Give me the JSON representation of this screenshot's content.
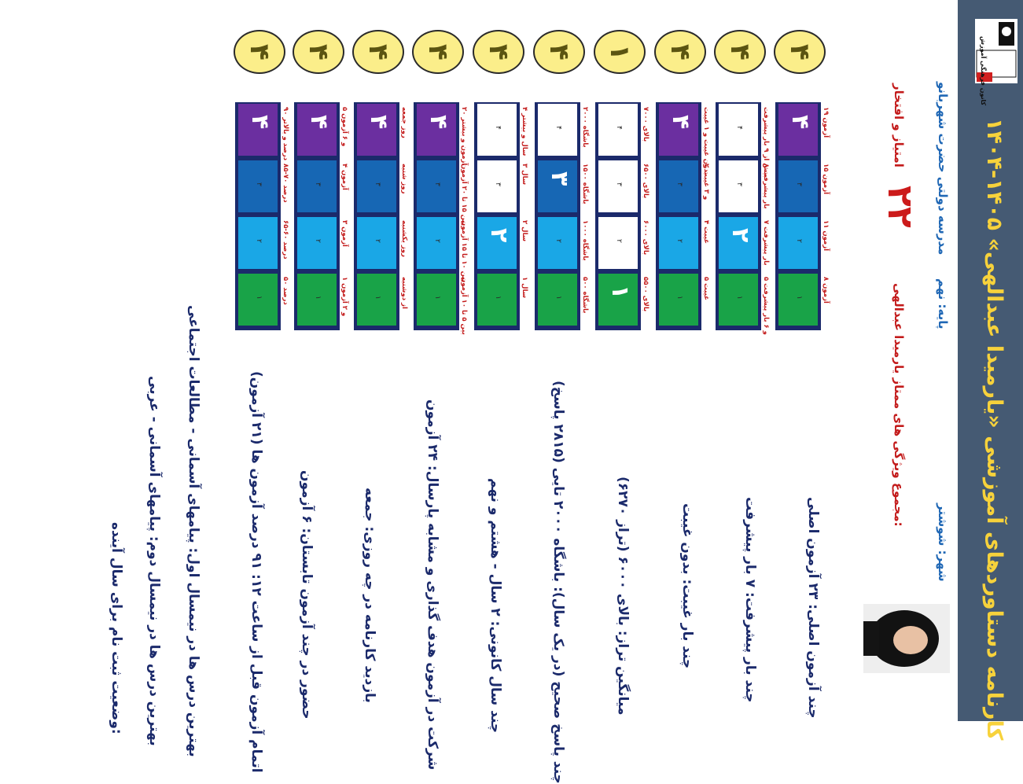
{
  "header": {
    "title": "کارنامه دستاوردهای آموزشی «یارمیدا عبدالهی» ۱۴۰۵-۱۴۰۴",
    "logo_text": "کانون فرهنگی آموزش",
    "school": "مدرسه دولتی حضرت شهربانو",
    "grade": "پایه: نهم",
    "city": "شهر: شوشتر"
  },
  "honors": {
    "caption": "مجموع ویژگی های ممتاز یارمیدا عبدالهی:",
    "count": "۲۲",
    "label": "امتیاز و افتخار"
  },
  "stats": [
    "چند آزمون اصلی: ۲۳ آزمون اصلی",
    "چند بار پیشرفت: ۷ بار پیشرفت",
    "چند بار غیبت: بدون غیبت",
    "میانگین تراز: بالای ۶۰۰۰ (تراز ۶۲۷۰)",
    "چند پاسخ صحیح (در یک سال): باشگاه ۲۰۰۰ تایی (۲۸۱۵ پاسخ)",
    "چند سال کانونی: ۲ سال - هشتم و نهم",
    "شرکت در آزمون هدف گذاری و مشابه پارسال: ۲۴ آزمون",
    "بازدید کارنامه در چه روزی: جمعه",
    "حضور در چند آزمون تابستان: ۶ آزمون",
    "اتمام آزمون قبل از ساعت ۱۲: ۹۱ درصد آزمون ها (۲۱ آزمون)",
    "بهترین درس ها در نیمسال اول: پیامهای آسمانی - مطالعات اجتماعی",
    "بهترین درس ها در نیمسال دوم: پیامهای آسمانی - عربی",
    "وضعیت ثبت نام برای سال آینده:"
  ],
  "scores": [
    "۴",
    "۴",
    "۴",
    "۱",
    "۴",
    "۴",
    "۴",
    "۴",
    "۴",
    "۴"
  ],
  "rows": [
    {
      "levels": [
        "۱",
        "۲",
        "۳",
        "۴"
      ],
      "labels": [
        "۸ آزمون",
        "۱۱ آزمون",
        "۱۵ آزمون",
        "۱۹ آزمون"
      ],
      "active": 3
    },
    {
      "levels": [
        "۱",
        "۲",
        "۳",
        "۴"
      ],
      "labels": [
        "۵ و ۶ بار پیشرفت",
        "۷ بار پیشرفت",
        "۸ بار پیشرفت",
        "بیش از ۹ بار پیشرفت"
      ],
      "active": 1
    },
    {
      "levels": [
        "۱",
        "۲",
        "۳",
        "۴"
      ],
      "labels": [
        "۵ غیبت",
        "۴ غیبت",
        "۲ و ۳ غیبت",
        "بدون غیبت و ۱ غیبت"
      ],
      "active": 3
    },
    {
      "levels": [
        "۱",
        "۲",
        "۳",
        "۴"
      ],
      "labels": [
        "بالای ۵۵۰۰",
        "بالای ۶۰۰۰",
        "بالای ۶۵۰۰",
        "بالای ۷۰۰۰"
      ],
      "active": 0
    },
    {
      "levels": [
        "۱",
        "۲",
        "۳",
        "۴"
      ],
      "labels": [
        "باشگاه ۵۰۰",
        "باشگاه ۱۰۰۰",
        "باشگاه ۱۵۰۰",
        "باشگاه ۲۰۰۰"
      ],
      "active": 2
    },
    {
      "levels": [
        "۱",
        "۲",
        "۳",
        "۴"
      ],
      "labels": [
        "۱ سال",
        "۲ سال",
        "۳ سال",
        "۴ سال و بیشتر"
      ],
      "active": 1
    },
    {
      "levels": [
        "۱",
        "۲",
        "۳",
        "۴"
      ],
      "labels": [
        "بین ۵ تا ۱۰ آزمون",
        "بین ۱۰ تا ۱۵ آزمون",
        "بین ۱۵ تا ۲۰ آزمون",
        "۲۰ آزمون و بیشتر"
      ],
      "active": 3
    },
    {
      "levels": [
        "۱",
        "۲",
        "۳",
        "۴"
      ],
      "labels": [
        "از دوشنبه",
        "روز یکشنبه",
        "روز شنبه",
        "روز جمعه"
      ],
      "active": 3
    },
    {
      "levels": [
        "۱",
        "۲",
        "۳",
        "۴"
      ],
      "labels": [
        "۱ و ۲ آزمون",
        "۳ آزمون",
        "۴ آزمون",
        "۵ و ۶ آزمون"
      ],
      "active": 3
    },
    {
      "levels": [
        "۱",
        "۲",
        "۳",
        "۴"
      ],
      "labels": [
        "۵۰ درصد",
        "۶۵-۶۰ درصد",
        "۸۵-۷۰ درصد",
        "۹۰ درصد و بالاتر"
      ],
      "active": 3
    }
  ],
  "colors": {
    "level1": "#19a348",
    "level2": "#1aa7e6",
    "level3": "#1767b4",
    "level4": "#6b2fa0",
    "header": "#455a73",
    "title": "#f7d23b"
  }
}
